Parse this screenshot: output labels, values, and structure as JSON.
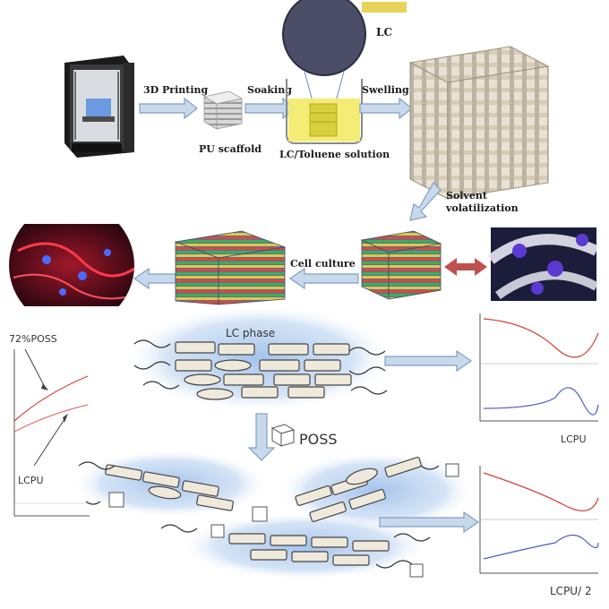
{
  "top_panel": {
    "steps": {
      "printing": "3D Printing",
      "soaking": "Soaking",
      "swelling": "Swelling",
      "solvent": "Solvent",
      "volatilization": "volatilization",
      "cell_culture": "Cell culture"
    },
    "labels": {
      "scaffold": "PU scaffold",
      "solution": "LC/Toluene solution",
      "lc": "LC"
    }
  },
  "bottom_panel": {
    "lc_phase": "LC phase",
    "poss": "POSS",
    "left_plot_top": "72%POSS",
    "left_plot_bottom": "LCPU",
    "right_plot_top_label": "LCPU",
    "right_plot_bottom_label": "LCPU/ 2"
  },
  "colors": {
    "arrow_fill": "#c9d9ec",
    "arrow_stroke": "#7f9fc6",
    "glow": "#9fc0ea",
    "red_arrow": "#c0504d",
    "curve_red": "#d0433a",
    "curve_blue": "#4a5fbf"
  }
}
